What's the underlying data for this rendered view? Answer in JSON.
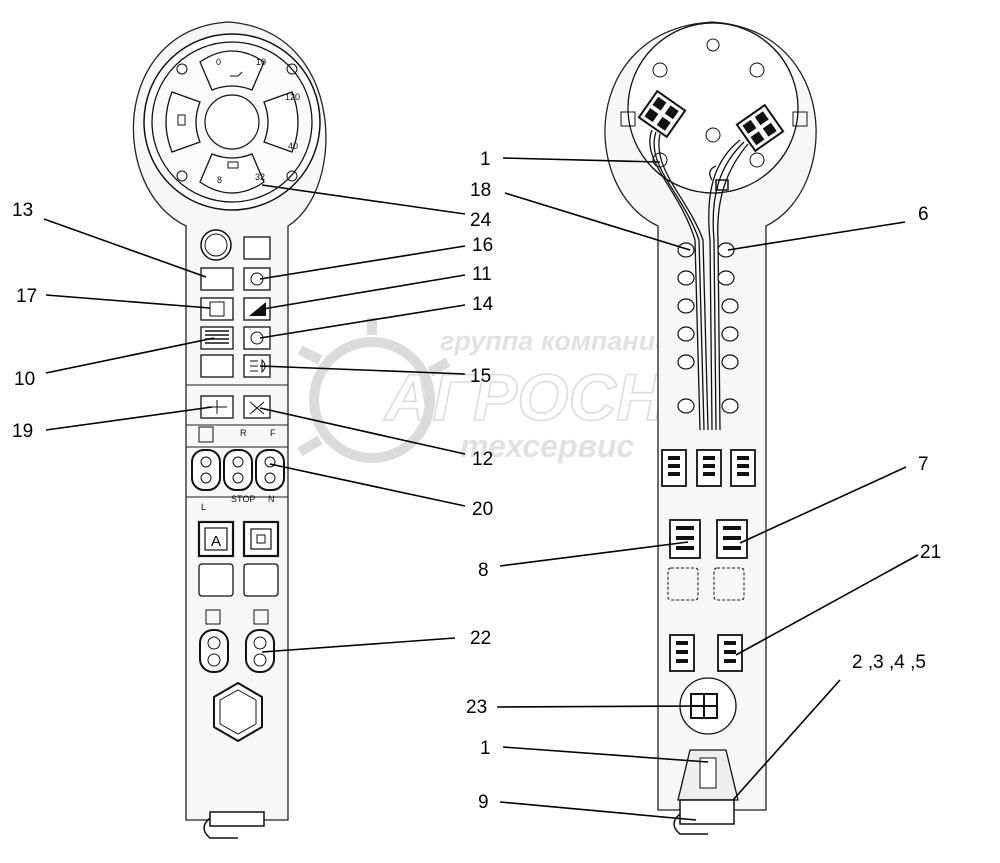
{
  "callouts": {
    "c1a": "1",
    "c18": "18",
    "c24": "24",
    "c6": "6",
    "c13": "13",
    "c16": "16",
    "c11": "11",
    "c17": "17",
    "c14": "14",
    "c10": "10",
    "c15": "15",
    "c19": "19",
    "c12": "12",
    "c7": "7",
    "c20": "20",
    "c8": "8",
    "c21": "21",
    "c22": "22",
    "c2345": "2 ,3 ,4 ,5",
    "c23": "23",
    "c1b": "1",
    "c9": "9"
  },
  "gauges": {
    "top_min": "0",
    "top_max": "10",
    "right_max": "120",
    "right_min": "40",
    "bottom_min": "8",
    "bottom_max": "32"
  },
  "panel_symbols": {
    "button_a": "A",
    "stop": "STOP",
    "r": "R",
    "f": "F",
    "l": "L",
    "n": "N"
  },
  "watermark": {
    "line1": "группа компаний",
    "line2": "АГРОСНАБ",
    "line3": "техсервис"
  }
}
